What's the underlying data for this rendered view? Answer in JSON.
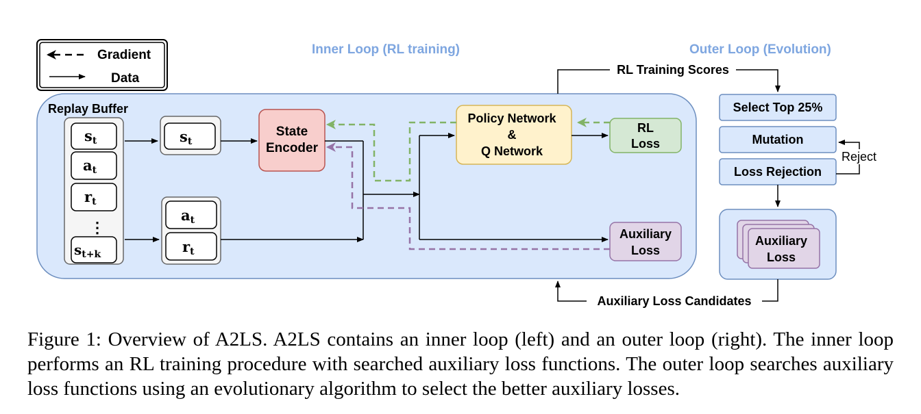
{
  "legend": {
    "gradient": "Gradient",
    "data": "Data"
  },
  "headers": {
    "inner_loop": "Inner Loop (RL training)",
    "outer_loop": "Outer Loop (Evolution)"
  },
  "replay_buffer": {
    "title": "Replay Buffer",
    "items": {
      "s": "s",
      "s_sub": "t",
      "a": "a",
      "a_sub": "t",
      "r": "r",
      "r_sub": "t",
      "dots": "⋮",
      "sk": "s",
      "sk_sub": "t+k"
    }
  },
  "boxes": {
    "state_in": {
      "main": "s",
      "sub": "t"
    },
    "action_in": {
      "main": "a",
      "sub": "t"
    },
    "reward_in": {
      "main": "r",
      "sub": "t"
    },
    "state_encoder": [
      "State",
      "Encoder"
    ],
    "policy_network": [
      "Policy Network",
      "&",
      "Q Network"
    ],
    "rl_loss": [
      "RL",
      "Loss"
    ],
    "auxiliary_loss": [
      "Auxiliary",
      "Loss"
    ]
  },
  "outer": {
    "select_top": "Select Top 25%",
    "mutation": "Mutation",
    "loss_rejection": "Loss Rejection",
    "reject": "Reject",
    "candidates": [
      "Auxiliary",
      "Loss"
    ]
  },
  "edges": {
    "rl_training_scores": "RL Training Scores",
    "auxiliary_loss_candidates": "Auxiliary Loss Candidates"
  },
  "caption": "Figure 1: Overview of A2LS. A2LS contains an inner loop (left) and an outer loop (right). The inner loop performs an RL training procedure with searched auxiliary loss functions. The outer loop searches auxiliary loss functions using an evolutionary algorithm to select the better auxiliary losses.",
  "colors": {
    "inner_bg": "#dae8fc",
    "inner_stroke": "#6c8ebf",
    "header_text": "#7ea6e0",
    "encoder_fill": "#f8cecc",
    "encoder_stroke": "#b85450",
    "policy_fill": "#fff2cc",
    "policy_stroke": "#d6b656",
    "rl_fill": "#d5e8d4",
    "rl_stroke": "#82b366",
    "aux_fill": "#e1d5e7",
    "aux_stroke": "#9673a6",
    "gradient_green": "#82b366",
    "gradient_purple": "#9673a6"
  }
}
